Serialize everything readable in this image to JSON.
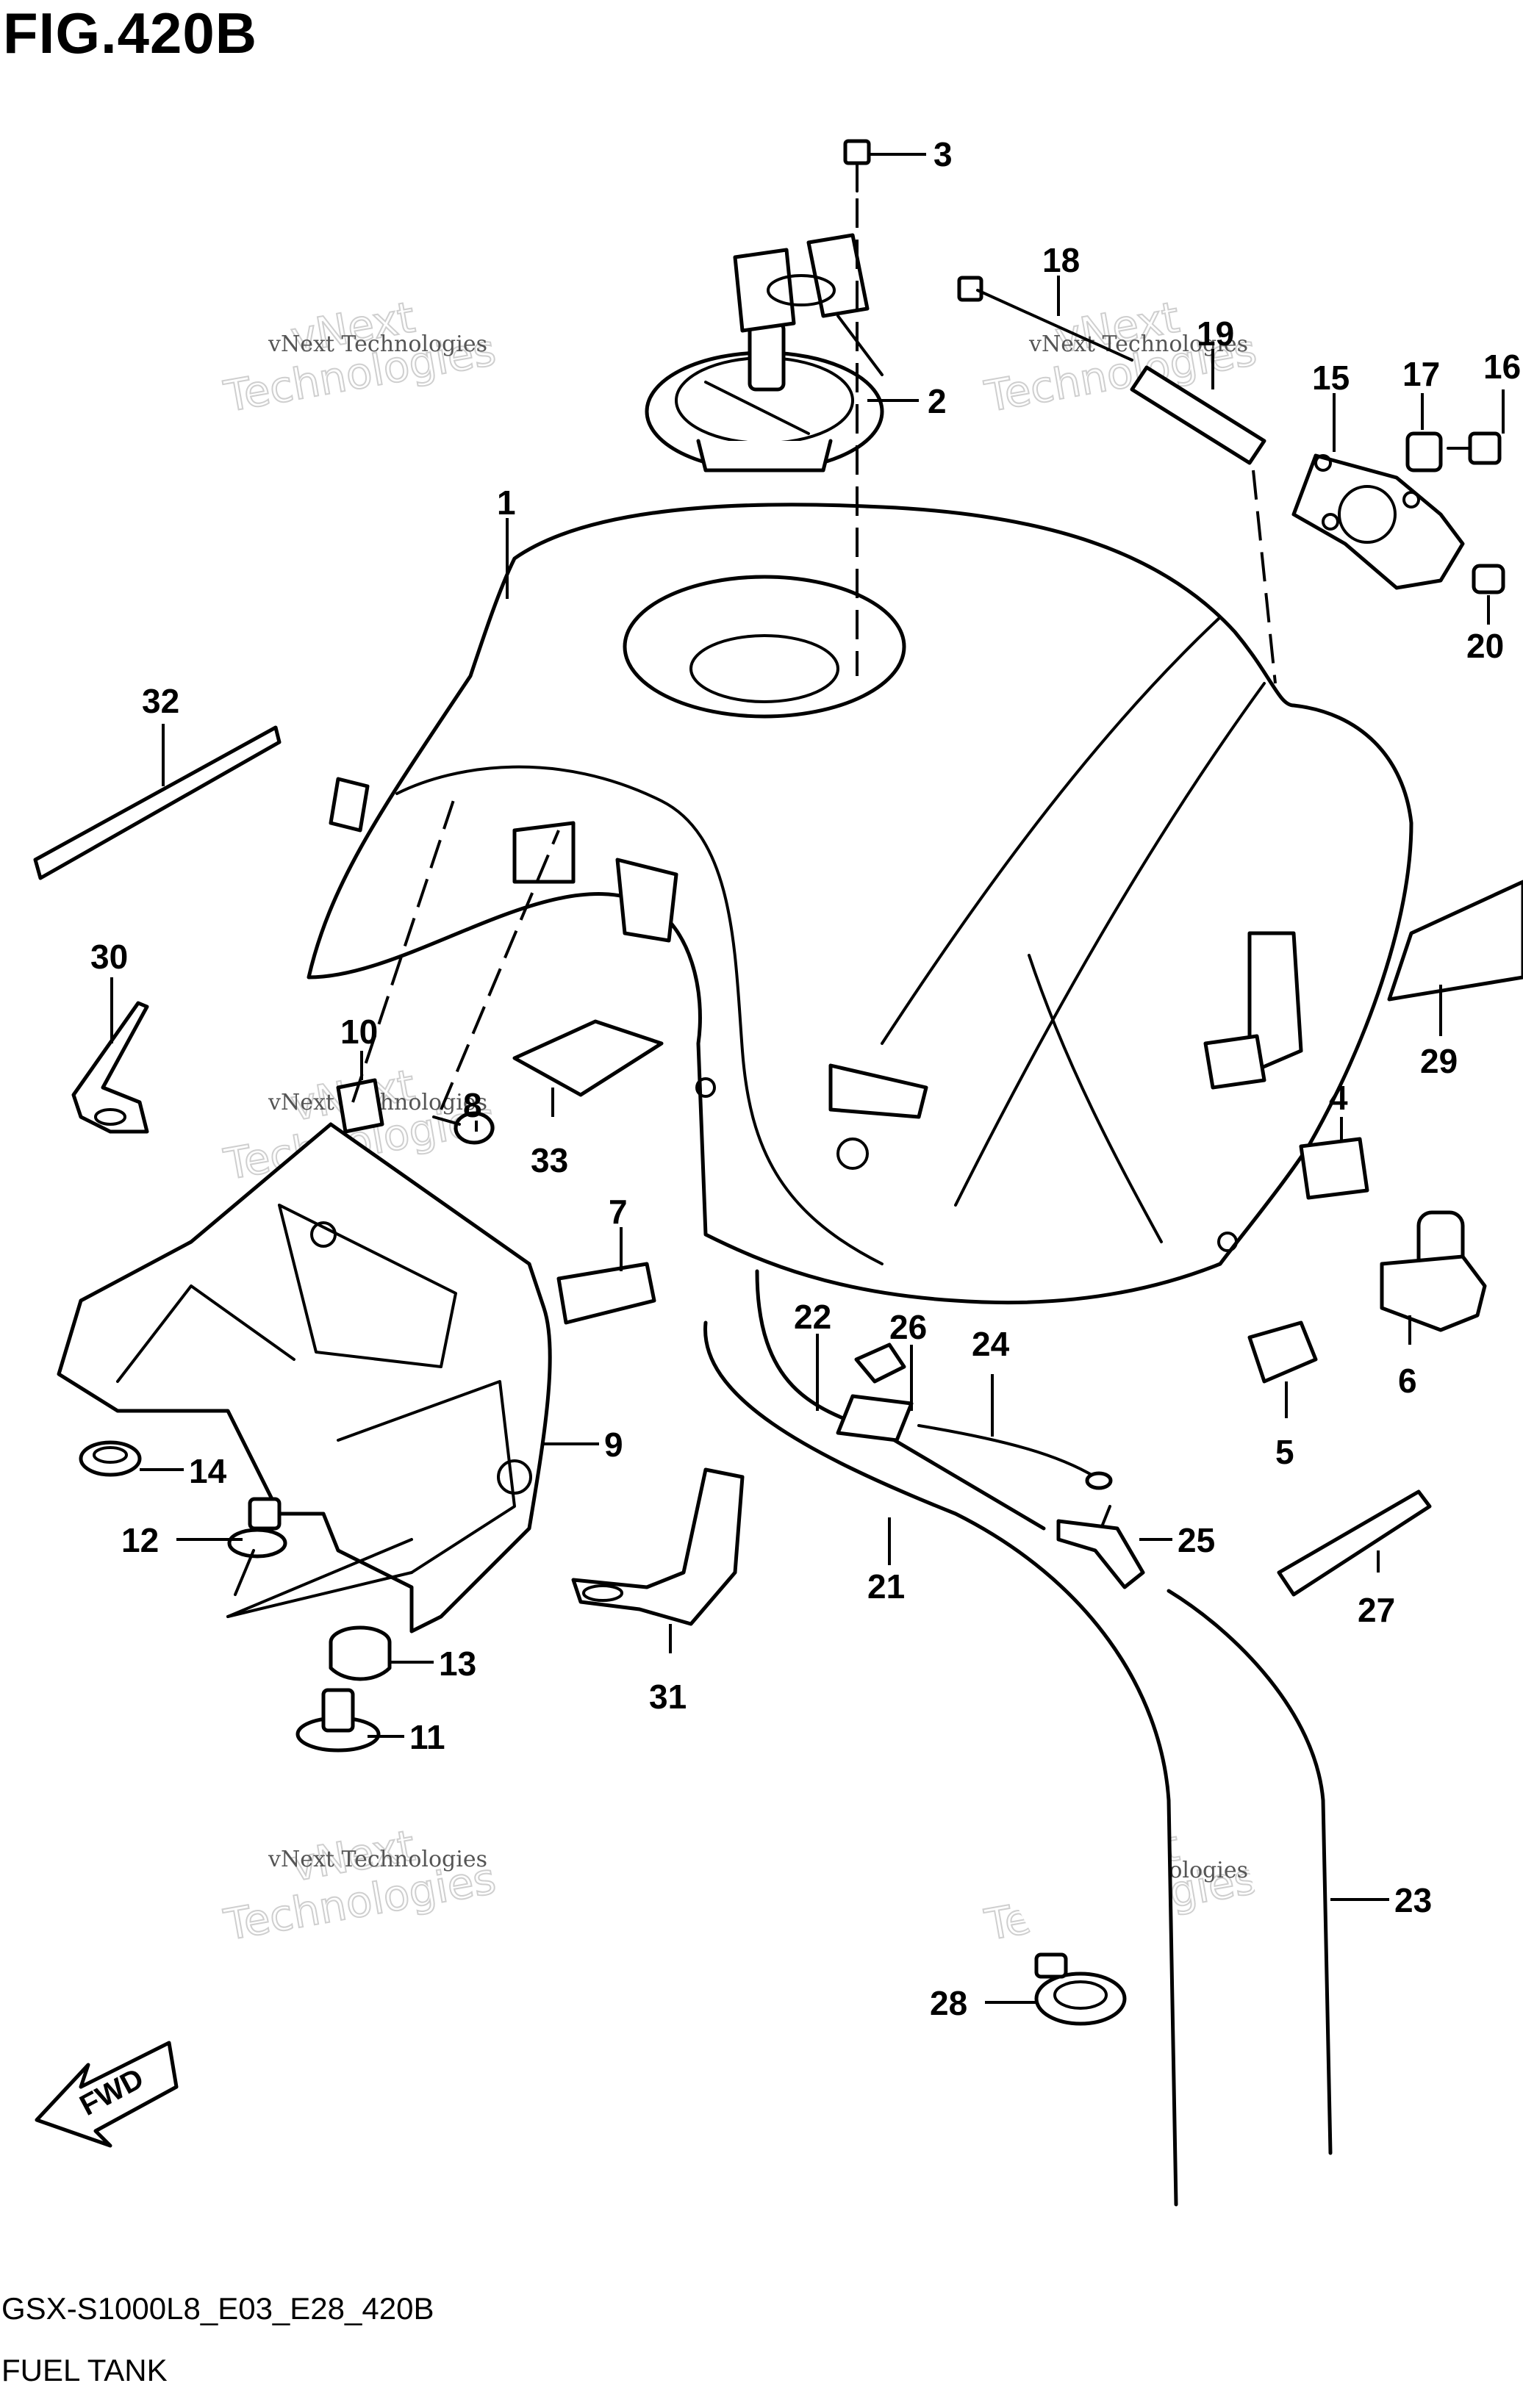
{
  "figure": {
    "title": "FIG.420B",
    "diagram_code": "GSX-S1000L8_E03_E28_420B",
    "name": "FUEL TANK"
  },
  "watermark": {
    "line1": "vNext Technologies",
    "line2": "vNext",
    "line3": "Technologies"
  },
  "direction_arrow": {
    "label": "FWD"
  },
  "callouts": [
    {
      "id": "c1",
      "label": "1"
    },
    {
      "id": "c2",
      "label": "2"
    },
    {
      "id": "c3",
      "label": "3"
    },
    {
      "id": "c4",
      "label": "4"
    },
    {
      "id": "c5",
      "label": "5"
    },
    {
      "id": "c6",
      "label": "6"
    },
    {
      "id": "c7",
      "label": "7"
    },
    {
      "id": "c8",
      "label": "8"
    },
    {
      "id": "c9",
      "label": "9"
    },
    {
      "id": "c10",
      "label": "10"
    },
    {
      "id": "c11",
      "label": "11"
    },
    {
      "id": "c12",
      "label": "12"
    },
    {
      "id": "c13",
      "label": "13"
    },
    {
      "id": "c14",
      "label": "14"
    },
    {
      "id": "c15",
      "label": "15"
    },
    {
      "id": "c16",
      "label": "16"
    },
    {
      "id": "c17",
      "label": "17"
    },
    {
      "id": "c18",
      "label": "18"
    },
    {
      "id": "c19",
      "label": "19"
    },
    {
      "id": "c20",
      "label": "20"
    },
    {
      "id": "c21",
      "label": "21"
    },
    {
      "id": "c22",
      "label": "22"
    },
    {
      "id": "c23",
      "label": "23"
    },
    {
      "id": "c24",
      "label": "24"
    },
    {
      "id": "c25",
      "label": "25"
    },
    {
      "id": "c26",
      "label": "26"
    },
    {
      "id": "c27",
      "label": "27"
    },
    {
      "id": "c28",
      "label": "28"
    },
    {
      "id": "c29",
      "label": "29"
    },
    {
      "id": "c30",
      "label": "30"
    },
    {
      "id": "c31",
      "label": "31"
    },
    {
      "id": "c32",
      "label": "32"
    },
    {
      "id": "c33",
      "label": "33"
    }
  ]
}
